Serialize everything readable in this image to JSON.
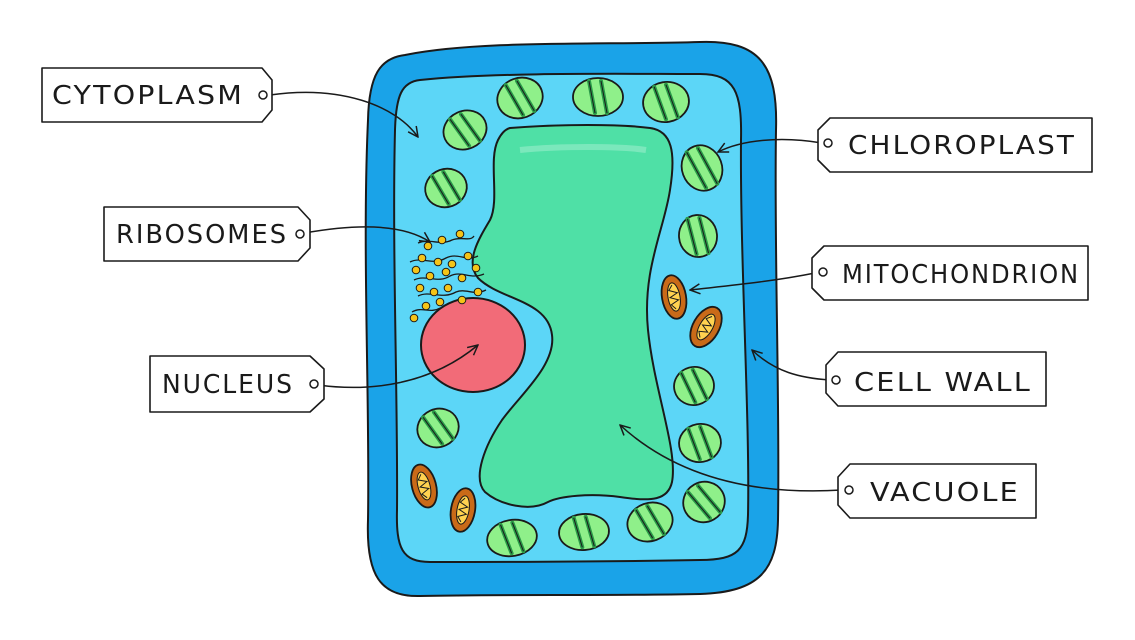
{
  "diagram": {
    "colors": {
      "cell_wall": "#1aa3e8",
      "cytoplasm": "#5cd6f7",
      "vacuole": "#4fe0a6",
      "nucleus": "#f26b78",
      "chloroplast_fill": "#8ff08a",
      "chloroplast_stripe": "#2a9a48",
      "mitochondrion_fill": "#c96a18",
      "mitochondrion_inner": "#ffd250",
      "ribosome": "#f5c418",
      "outline": "#1a1a1a",
      "label_box": "#ffffff"
    },
    "labels": {
      "cytoplasm": "CYTOPLASM",
      "ribosomes": "RIBOSOMES",
      "nucleus": "NUCLEUS",
      "chloroplast": "CHLOROPLAST",
      "mitochondrion": "MITOCHONDRION",
      "cell_wall": "CELL WALL",
      "vacuole": "VACUOLE"
    }
  }
}
